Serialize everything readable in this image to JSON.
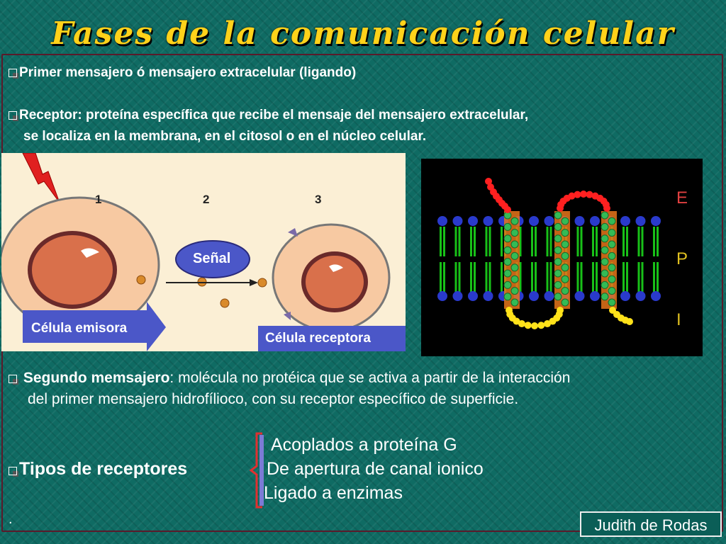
{
  "title": "Fases de la comunicación celular",
  "bullets": {
    "primer": "Primer mensajero ó mensajero extracelular (ligando)",
    "receptor_line1": "Receptor:  proteína específica que recibe el mensaje del mensajero extracelular,",
    "receptor_line2": "se localiza en la membrana, en el citosol o en el núcleo celular."
  },
  "diagram": {
    "step1": "1",
    "step2": "2",
    "step3": "3",
    "signal": "Señal",
    "emitter": "Célula emisora",
    "receiver": "Célula receptora"
  },
  "membrane": {
    "label_e": "E",
    "label_p": "P",
    "label_i": "I"
  },
  "segundo": {
    "term": "Segundo memsajero",
    "line1_rest": ": molécula no protéica que se activa a partir de la interacción",
    "line2": "del primer mensajero hidrofílioco, con su receptor específico de superficie."
  },
  "tipos": {
    "label": "Tipos de receptores",
    "items": [
      "Acoplados a proteína G",
      "De apertura de canal ionico",
      "Ligado a enzimas"
    ]
  },
  "footer_dot": ".",
  "author": "Judith de Rodas",
  "colors": {
    "background": "#0f6b63",
    "title": "#ffd21a",
    "brace": "#e03030",
    "panel_left": "#fbefd5",
    "panel_right": "#000000"
  }
}
